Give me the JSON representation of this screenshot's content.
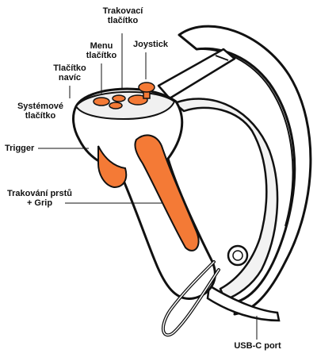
{
  "labels": {
    "tracking_button": [
      "Trakovací",
      "tlačítko"
    ],
    "menu_button": [
      "Menu",
      "tlačítko"
    ],
    "joystick": "Joystick",
    "extra_button": [
      "Tlačítko",
      "navíc"
    ],
    "system_button": [
      "Systémové",
      "tlačítko"
    ],
    "trigger": "Trigger",
    "finger_tracking_grip": [
      "Trakování prstů",
      "+ Grip"
    ],
    "usb_c_port": "USB-C port"
  },
  "colors": {
    "accent": "#f47a36",
    "outline": "#111111",
    "body": "#ffffff",
    "shade": "#e6e6e6"
  }
}
